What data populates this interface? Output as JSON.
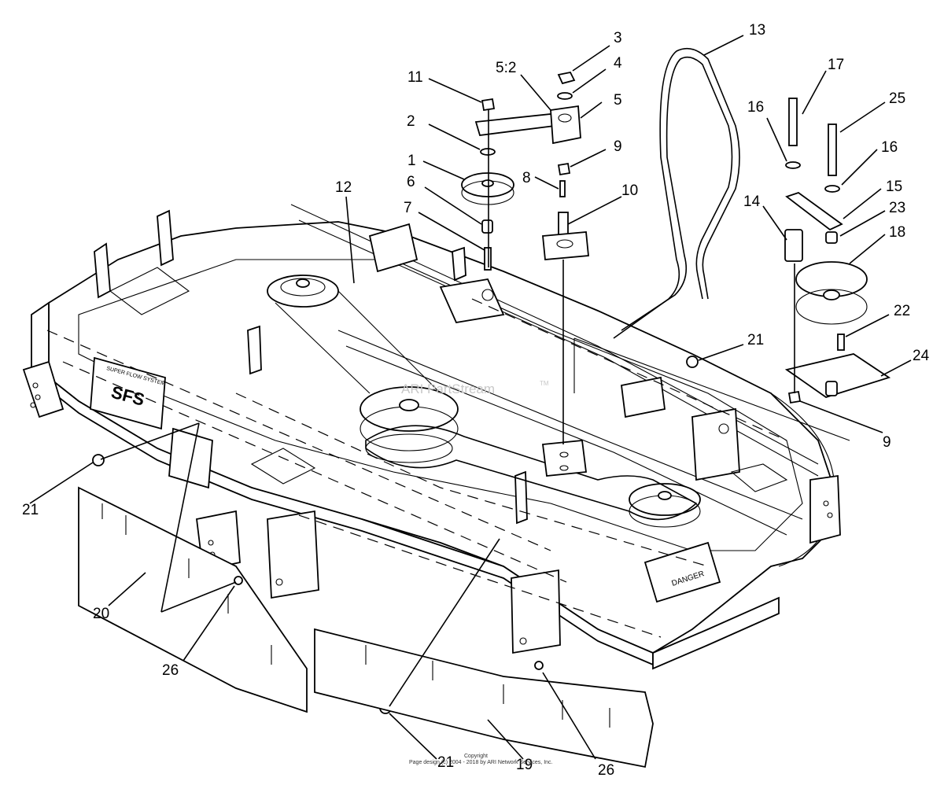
{
  "watermark": "ARI PartStream",
  "watermark_tm": "TM",
  "copyright": {
    "line1": "Copyright",
    "line2": "Page design (c) 2004 - 2018 by ARI Network Services, Inc."
  },
  "decals": {
    "danger": "DANGER",
    "sfs": "SFS",
    "super_flow": "SUPER FLOW SYSTEM"
  },
  "callouts": [
    {
      "id": "c3",
      "label": "3"
    },
    {
      "id": "c4",
      "label": "4"
    },
    {
      "id": "c5-2",
      "label": "5:2"
    },
    {
      "id": "c5",
      "label": "5"
    },
    {
      "id": "c11",
      "label": "11"
    },
    {
      "id": "c2",
      "label": "2"
    },
    {
      "id": "c9a",
      "label": "9"
    },
    {
      "id": "c1",
      "label": "1"
    },
    {
      "id": "c8",
      "label": "8"
    },
    {
      "id": "c6",
      "label": "6"
    },
    {
      "id": "c10",
      "label": "10"
    },
    {
      "id": "c7",
      "label": "7"
    },
    {
      "id": "c12",
      "label": "12"
    },
    {
      "id": "c13",
      "label": "13"
    },
    {
      "id": "c17",
      "label": "17"
    },
    {
      "id": "c25",
      "label": "25"
    },
    {
      "id": "c16a",
      "label": "16"
    },
    {
      "id": "c16b",
      "label": "16"
    },
    {
      "id": "c15",
      "label": "15"
    },
    {
      "id": "c14",
      "label": "14"
    },
    {
      "id": "c23",
      "label": "23"
    },
    {
      "id": "c18",
      "label": "18"
    },
    {
      "id": "c22",
      "label": "22"
    },
    {
      "id": "c21a",
      "label": "21"
    },
    {
      "id": "c24",
      "label": "24"
    },
    {
      "id": "c9b",
      "label": "9"
    },
    {
      "id": "c21b",
      "label": "21"
    },
    {
      "id": "c20",
      "label": "20"
    },
    {
      "id": "c26a",
      "label": "26"
    },
    {
      "id": "c21c",
      "label": "21"
    },
    {
      "id": "c19",
      "label": "19"
    },
    {
      "id": "c26b",
      "label": "26"
    }
  ]
}
